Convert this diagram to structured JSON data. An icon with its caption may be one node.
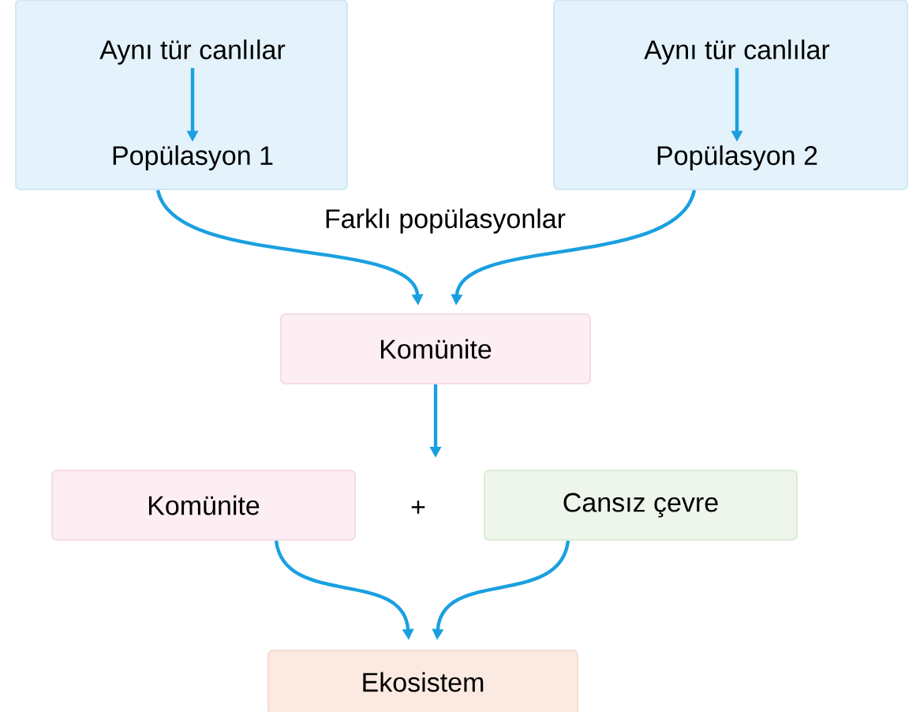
{
  "diagram": {
    "nodes": [
      {
        "text": [],
        "shape": "box"
      },
      {
        "text": [
          "Aynı tür canlılar"
        ],
        "in": 0
      },
      {
        "text": [
          "Popülasyon 1"
        ],
        "in": 0
      },
      {
        "text": [],
        "shape": "box"
      },
      {
        "text": [
          "Aynı tür canlılar"
        ],
        "in": 3
      },
      {
        "text": [
          "Popülasyon 2"
        ],
        "in": 3
      },
      {
        "text": [
          "Komünite"
        ]
      },
      {
        "text": [
          "Komünite"
        ]
      },
      {
        "text": [
          "Cansız çevre"
        ]
      },
      {
        "text": [
          "Ekosistem"
        ]
      }
    ],
    "edges": [
      {
        "from": 1,
        "to": 2,
        "arrow": "to"
      },
      {
        "from": 4,
        "to": 5,
        "arrow": "to"
      },
      {
        "from": 0,
        "to": 6,
        "arrow": "to"
      },
      {
        "from": 3,
        "to": 6,
        "arrow": "to"
      },
      {
        "from": 6,
        "to": null,
        "arrow": "to"
      },
      {
        "from": 7,
        "to": 9,
        "arrow": "to"
      },
      {
        "from": 8,
        "to": 9,
        "arrow": "to"
      }
    ],
    "labels": [
      "Farklı popülasyonlar",
      "+"
    ]
  }
}
